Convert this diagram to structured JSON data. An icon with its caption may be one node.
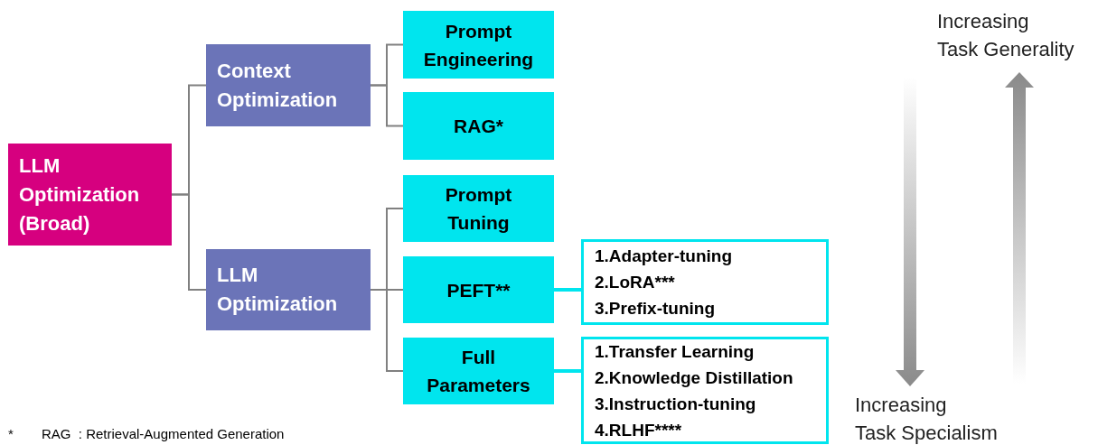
{
  "diagram": {
    "nodes": [
      {
        "text": [
          "LLM Optimization (Broad)"
        ]
      },
      {
        "text": [
          "Context Optimization"
        ]
      },
      {
        "text": [
          "LLM Optimization"
        ]
      },
      {
        "text": [
          "Prompt Engineering"
        ]
      },
      {
        "text": [
          "RAG*"
        ]
      },
      {
        "text": [
          "Prompt Tuning"
        ]
      },
      {
        "text": [
          "PEFT**"
        ]
      },
      {
        "text": [
          "Full Parameters"
        ]
      },
      {
        "text": [
          "1.Adapter-tuning",
          "2.LoRA***",
          "3.Prefix-tuning"
        ]
      },
      {
        "text": [
          "1.Transfer Learning",
          "2.Knowledge Distillation",
          "3.Instruction-tuning",
          "4.RLHF****"
        ]
      }
    ],
    "edges": [
      {
        "from": 0,
        "to": 1,
        "arrow": "none"
      },
      {
        "from": 0,
        "to": 2,
        "arrow": "none"
      },
      {
        "from": 1,
        "to": 3,
        "arrow": "none"
      },
      {
        "from": 1,
        "to": 4,
        "arrow": "none"
      },
      {
        "from": 2,
        "to": 5,
        "arrow": "none"
      },
      {
        "from": 2,
        "to": 6,
        "arrow": "none"
      },
      {
        "from": 2,
        "to": 7,
        "arrow": "none"
      },
      {
        "from": 6,
        "to": 8,
        "arrow": "none",
        "style": "thick",
        "color": "#00e5ee"
      },
      {
        "from": 7,
        "to": 9,
        "arrow": "none",
        "style": "thick",
        "color": "#00e5ee"
      }
    ],
    "labels": [
      "Increasing Task Generality",
      "Increasing Task Specialism",
      "*",
      "RAG  : Retrieval-Augmented Generation"
    ]
  }
}
